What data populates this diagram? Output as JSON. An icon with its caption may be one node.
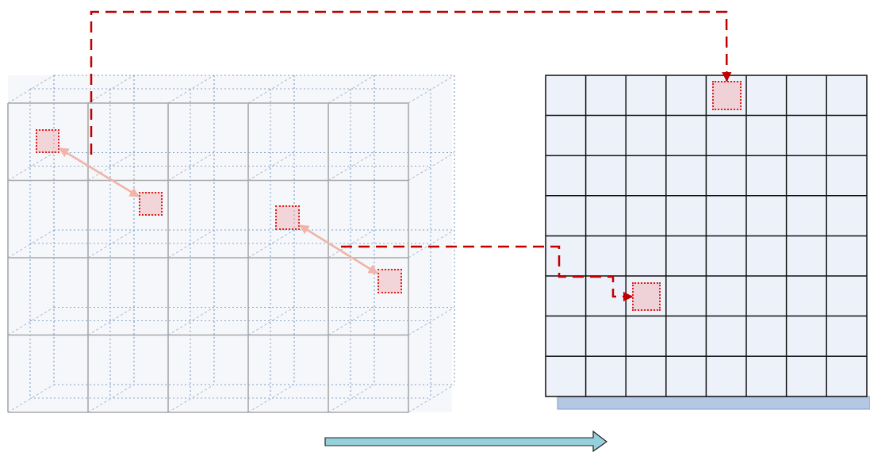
{
  "diagram": {
    "nodes": [
      {
        "text": [],
        "shape": "box"
      },
      {
        "text": [],
        "shape": "box"
      },
      {
        "text": [],
        "shape": "box"
      },
      {
        "text": [],
        "shape": "box"
      },
      {
        "text": [],
        "shape": "box"
      },
      {
        "text": [],
        "shape": "box"
      }
    ],
    "edges": [
      {
        "from": 0,
        "to": 1,
        "arrow": "both",
        "color": "#f0b4a8"
      },
      {
        "from": 2,
        "to": 3,
        "arrow": "both",
        "color": "#f0b4a8"
      },
      {
        "from": null,
        "to": 4,
        "arrow": "to",
        "style": "dashed",
        "color": "#c00000"
      },
      {
        "from": null,
        "to": 5,
        "arrow": "to",
        "style": "dashed",
        "color": "#c00000"
      }
    ]
  }
}
